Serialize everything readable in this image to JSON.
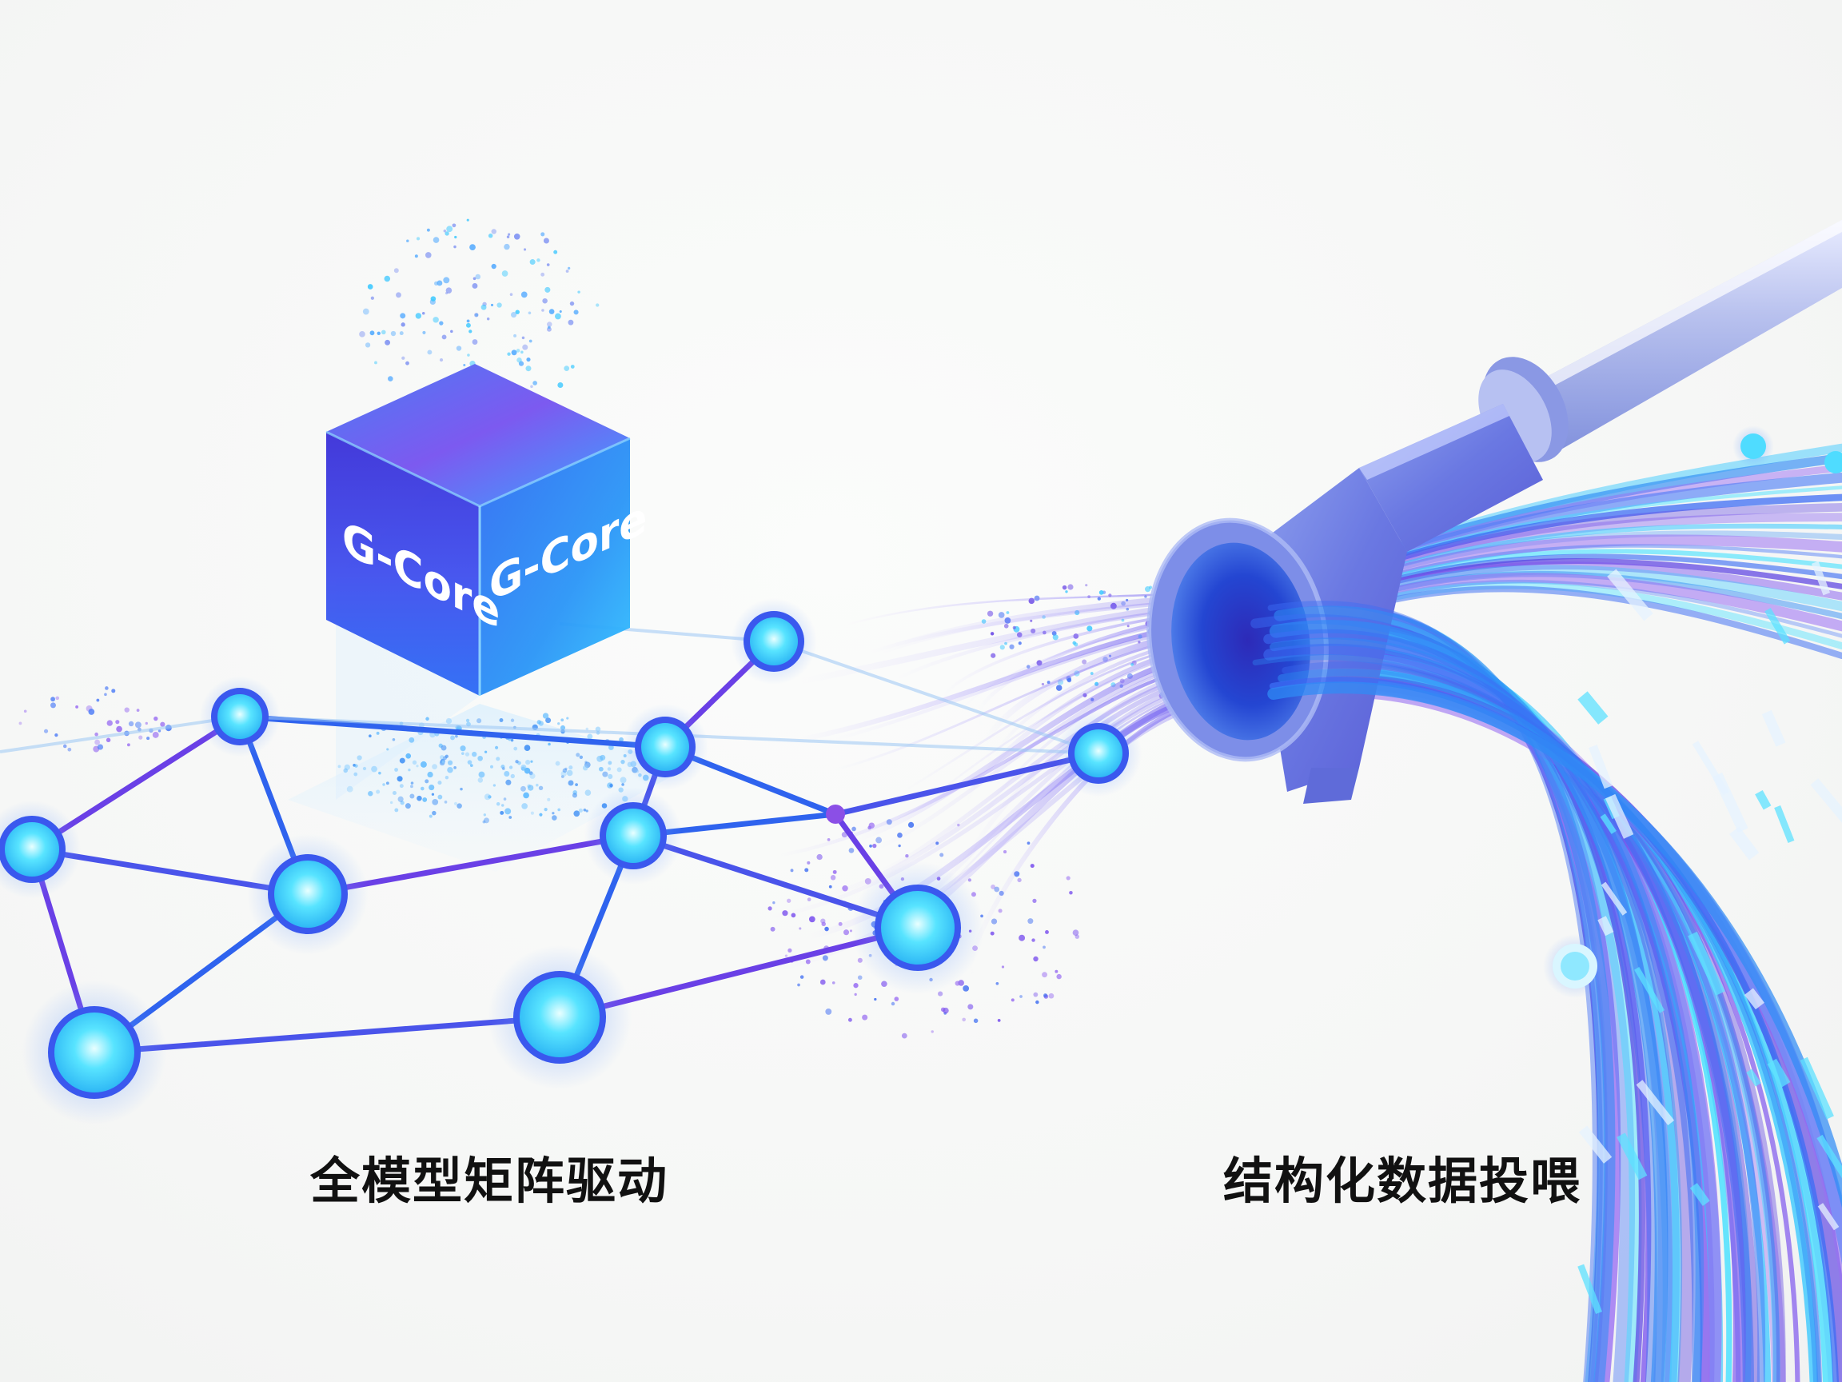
{
  "cube": {
    "label_left": "G-Core",
    "label_right": "G-Core"
  },
  "captions": {
    "left": "全模型矩阵驱动",
    "right": "结构化数据投喂"
  },
  "colors": {
    "accent_blue": "#2f5ef0",
    "accent_purple": "#7a3fe0",
    "accent_cyan": "#35d6ff",
    "pipe_gray": "#a9b4e0"
  },
  "icons": {
    "cube": "g-core-cube-icon",
    "network": "node-network-graphic",
    "pipe": "data-pipe-nozzle",
    "streams": "data-stream-fibers"
  }
}
